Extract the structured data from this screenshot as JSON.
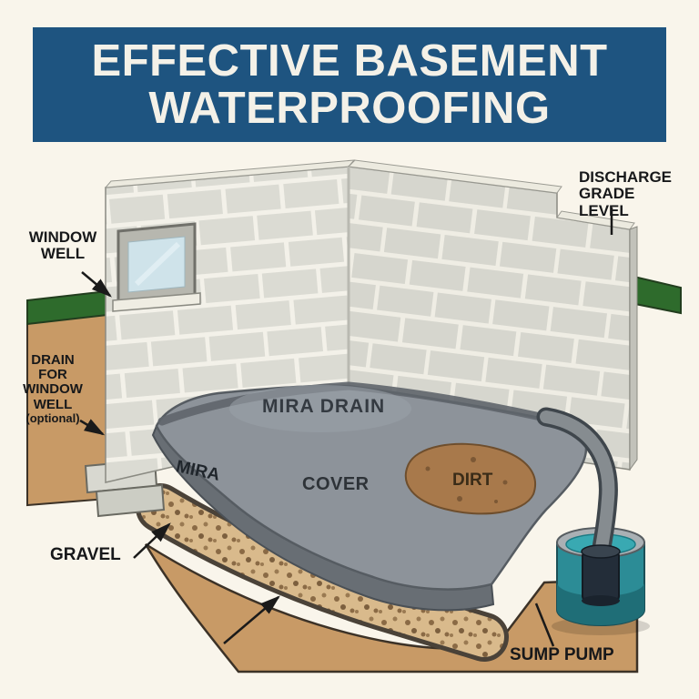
{
  "title": {
    "line1": "EFFECTIVE BASEMENT",
    "line2": "WATERPROOFING"
  },
  "labels": {
    "window_well": {
      "lines": [
        "WINDOW",
        "WELL"
      ]
    },
    "discharge": {
      "lines": [
        "DISCHARGE",
        "GRADE LEVEL"
      ]
    },
    "drain_window_well": {
      "lines": [
        "DRAIN",
        "FOR",
        "WINDOW",
        "WELL",
        "(optional)"
      ]
    },
    "mira_drain": {
      "text": "MIRA DRAIN"
    },
    "mira": {
      "text": "MIRA"
    },
    "cover": {
      "text": "COVER"
    },
    "dirt": {
      "text": "DIRT"
    },
    "gravel": {
      "text": "GRAVEL"
    },
    "sump_pump": {
      "text": "SUMP PUMP"
    }
  },
  "colors": {
    "banner_bg": "#1e5480",
    "banner_text": "#f4f1e8",
    "background": "#f9f5eb",
    "grass": "#2e6b2c",
    "soil": "#c89a66",
    "gravel": "#d9ba8c",
    "wall_block": "#dbdbd3",
    "mortar": "#f3f1e9",
    "slab": "#8d939a",
    "slab_edge": "#686e74",
    "dirt": "#a8794b",
    "pipe": "#868c90",
    "water": "#39a9b2",
    "pump": "#232d39",
    "window_glass": "#cfe3ea"
  }
}
